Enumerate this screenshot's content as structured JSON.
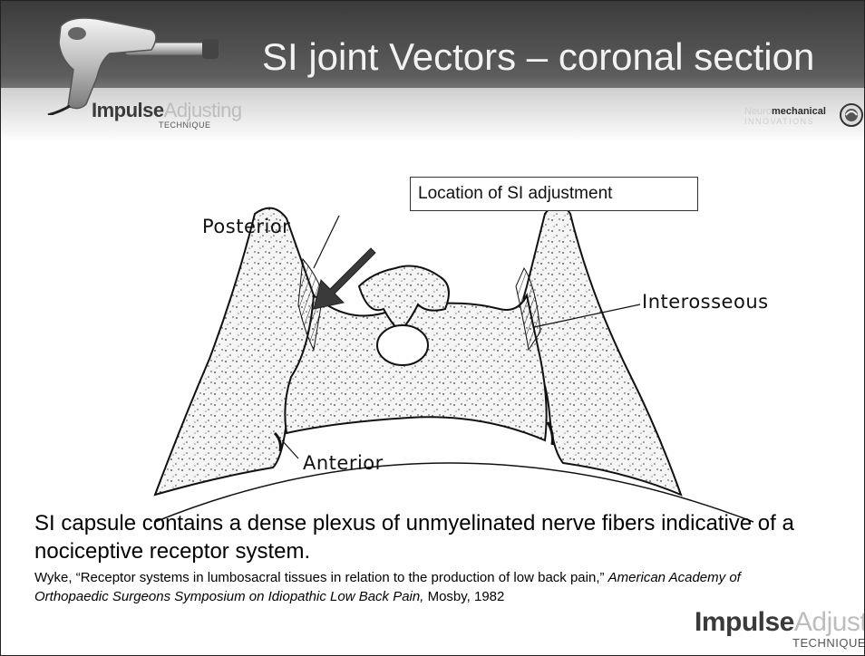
{
  "slide": {
    "title": "SI joint Vectors – coronal section"
  },
  "branding": {
    "left_logo": {
      "word_dark": "Impulse",
      "word_light": "Adjusting",
      "sub": "TECHNIQUE"
    },
    "right_logo": {
      "top_faint": "Neuro",
      "top_bold": "mechanical",
      "bottom": "INNOVATIONS"
    },
    "bottom_logo": {
      "word_dark": "Impulse",
      "word_light": "Adjusting",
      "sub": "TECHNIQUE"
    }
  },
  "figure": {
    "callout": "Location of SI adjustment",
    "labels": {
      "posterior": "Posterior",
      "interosseous": "Interosseous",
      "anterior": "Anterior"
    }
  },
  "content": {
    "statement": "SI capsule contains a dense plexus of unmyelinated nerve fibers indicative of a nociceptive receptor system.",
    "citation_plain": "Wyke, “Receptor systems in lumbosacral tissues in relation to the production of low back pain,” ",
    "citation_italic": "American Academy of Orthopaedic Surgeons Symposium on Idiopathic Low Back Pain,",
    "citation_tail": " Mosby, 1982"
  },
  "colors": {
    "header_dark": "#3b3b3b",
    "title_text": "#f2f2f2",
    "arrow": "#3a3a3a"
  },
  "icons": [
    "adjusting-instrument-icon",
    "seal-icon"
  ]
}
